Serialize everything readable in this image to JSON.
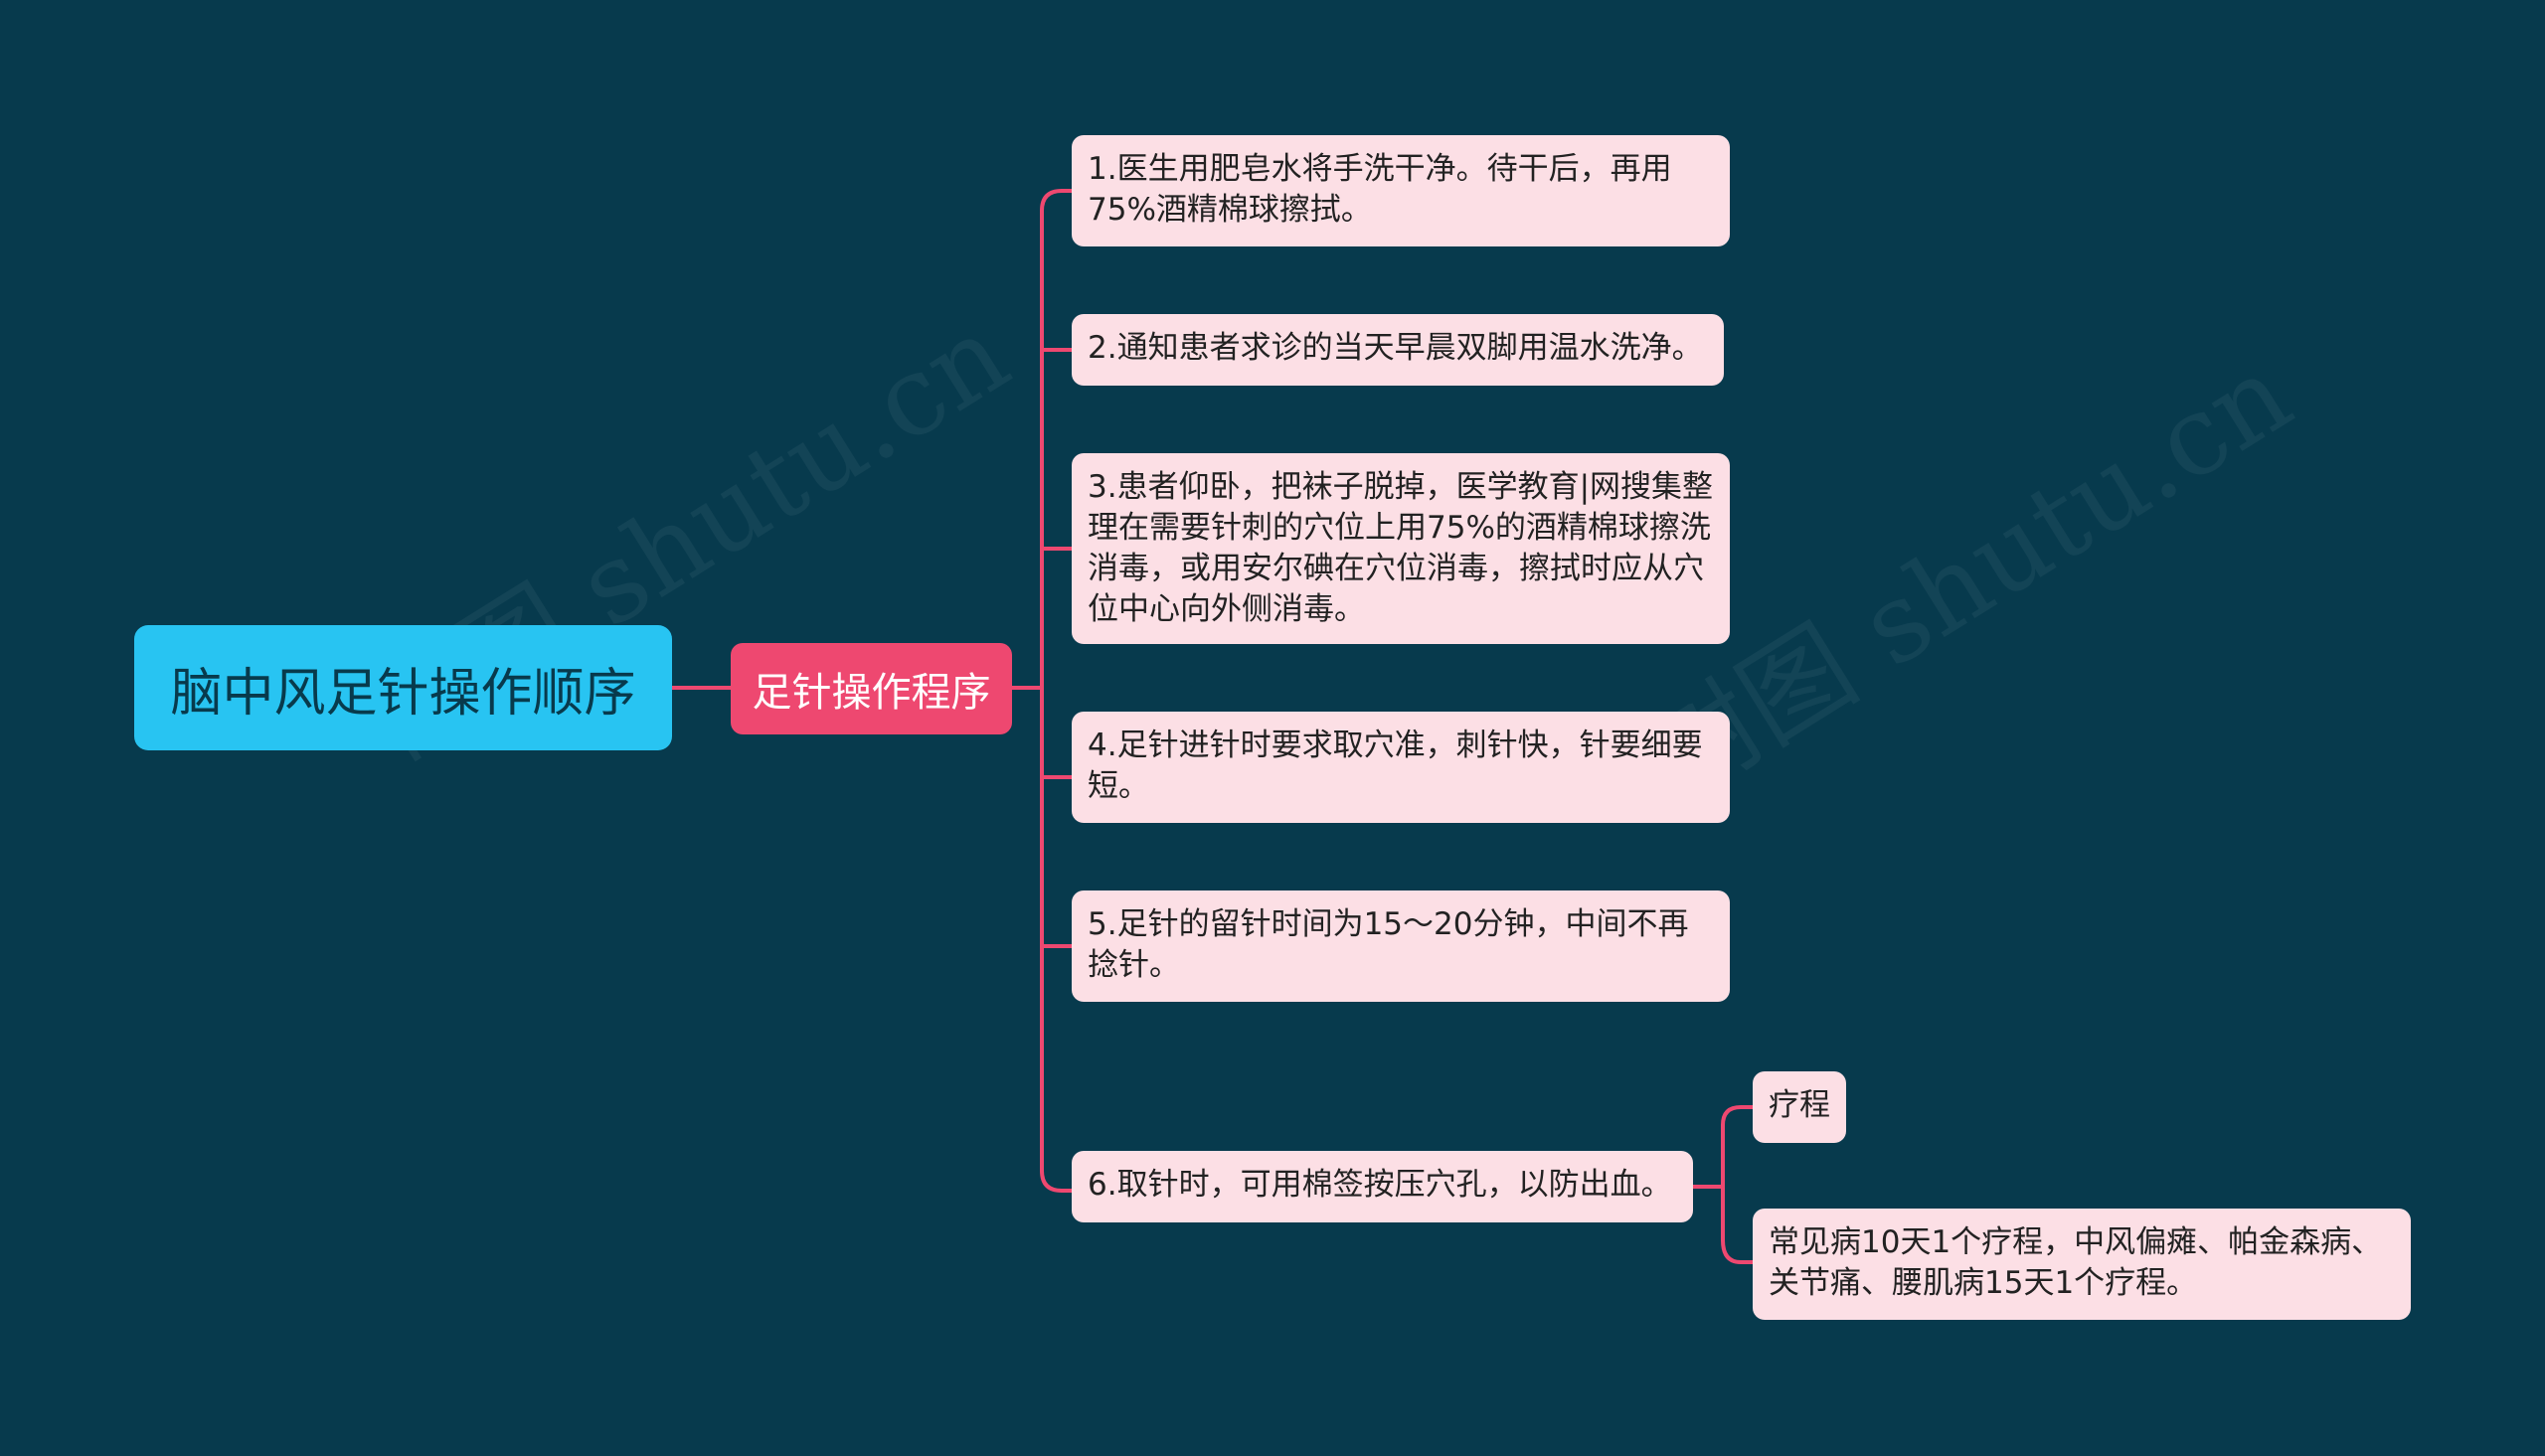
{
  "root": {
    "label": "脑中风足针操作顺序"
  },
  "main": {
    "label": "足针操作程序"
  },
  "steps": [
    "1.医生用肥皂水将手洗干净。待干后，再用75%酒精棉球擦拭。",
    "2.通知患者求诊的当天早晨双脚用温水洗净。",
    "3.患者仰卧，把袜子脱掉，医学教育|网搜集整理在需要针刺的穴位上用75%的酒精棉球擦洗消毒，或用安尔碘在穴位消毒，擦拭时应从穴位中心向外侧消毒。",
    "4.足针进针时要求取穴准，刺针快，针要细要短。",
    "5.足针的留针时间为15～20分钟，中间不再捻针。",
    "6.取针时，可用棉签按压穴孔，以防出血。"
  ],
  "sub": {
    "label": "疗程",
    "detail": "常见病10天1个疗程，中风偏瘫、帕金森病、关节痛、腰肌病15天1个疗程。"
  },
  "watermark": "树图 shutu.cn",
  "colors": {
    "background": "#073a4d",
    "root": "#28c4f2",
    "main": "#ee4870",
    "leaf": "#fcdfe5",
    "connector": "#ee4870"
  }
}
